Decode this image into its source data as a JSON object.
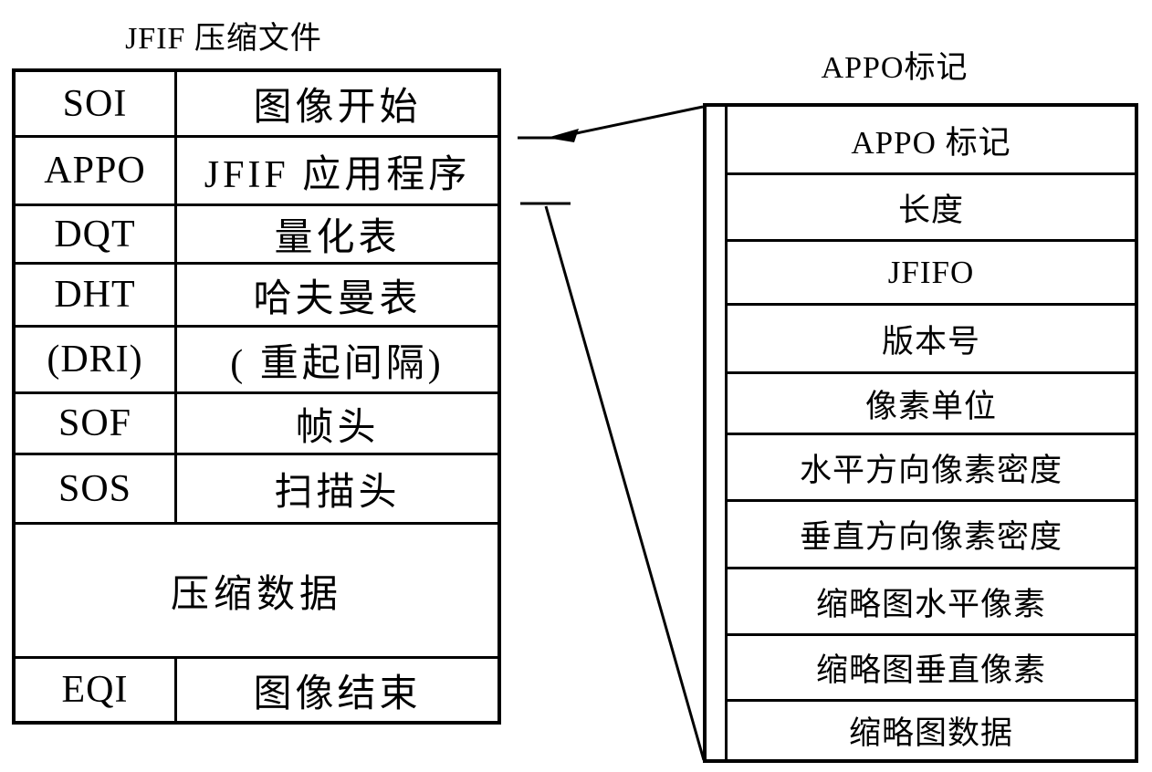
{
  "left_table": {
    "title": "JFIF 压缩文件",
    "rows": [
      {
        "code": "SOI",
        "desc": "图像开始"
      },
      {
        "code": "APPO",
        "desc": "JFIF 应用程序"
      },
      {
        "code": "DQT",
        "desc": "量化表"
      },
      {
        "code": "DHT",
        "desc": "哈夫曼表"
      },
      {
        "code": "(DRI)",
        "desc": "( 重起间隔)"
      },
      {
        "code": "SOF",
        "desc": "帧头"
      },
      {
        "code": "SOS",
        "desc": "扫描头"
      }
    ],
    "full_row": "压缩数据",
    "last_row": {
      "code": "EQI",
      "desc": "图像结束"
    }
  },
  "right_table": {
    "title": "APPO标记",
    "rows": [
      "APPO 标记",
      "长度",
      "JFIFO",
      "版本号",
      "像素单位",
      "水平方向像素密度",
      "垂直方向像素密度",
      "缩略图水平像素",
      "缩略图垂直像素",
      "缩略图数据"
    ]
  },
  "colors": {
    "line": "#000000",
    "background": "#ffffff"
  }
}
